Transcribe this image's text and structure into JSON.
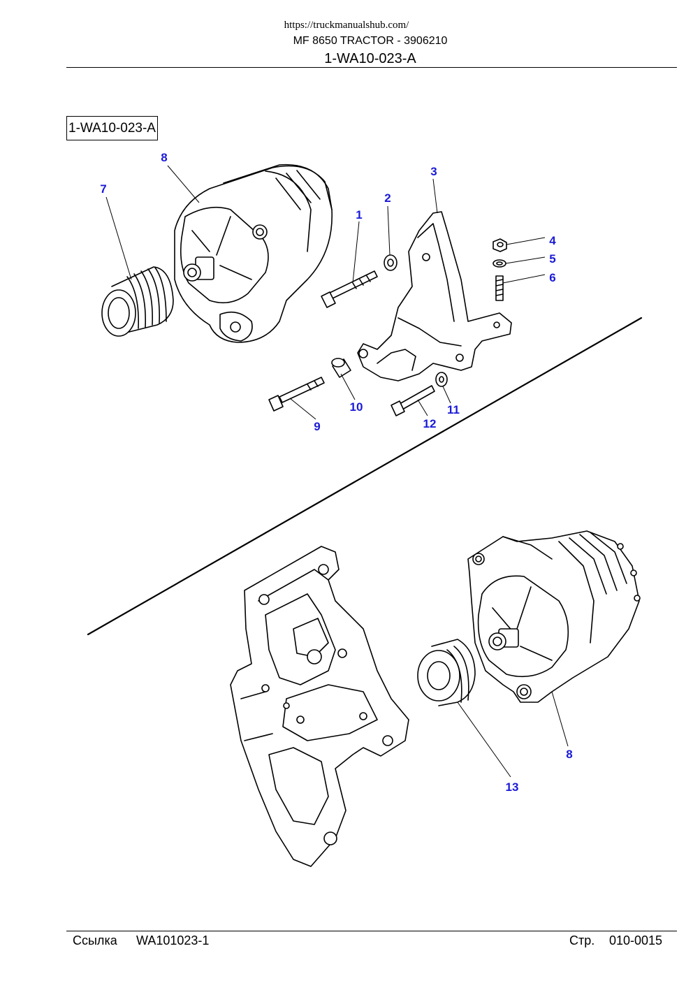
{
  "header": {
    "url": "https://truckmanualshub.com/",
    "model": "MF 8650 TRACTOR - 3906210",
    "code": "1-WA10-023-A"
  },
  "diagram": {
    "box_label": "1-WA10-023-A",
    "callouts": [
      "8",
      "7",
      "3",
      "2",
      "1",
      "4",
      "5",
      "6",
      "10",
      "11",
      "9",
      "12",
      "8",
      "13"
    ]
  },
  "footer": {
    "ref_label": "Ссылка",
    "ref_value": "WA101023-1",
    "page_label": "Стр.",
    "page_value": "010-0015"
  }
}
